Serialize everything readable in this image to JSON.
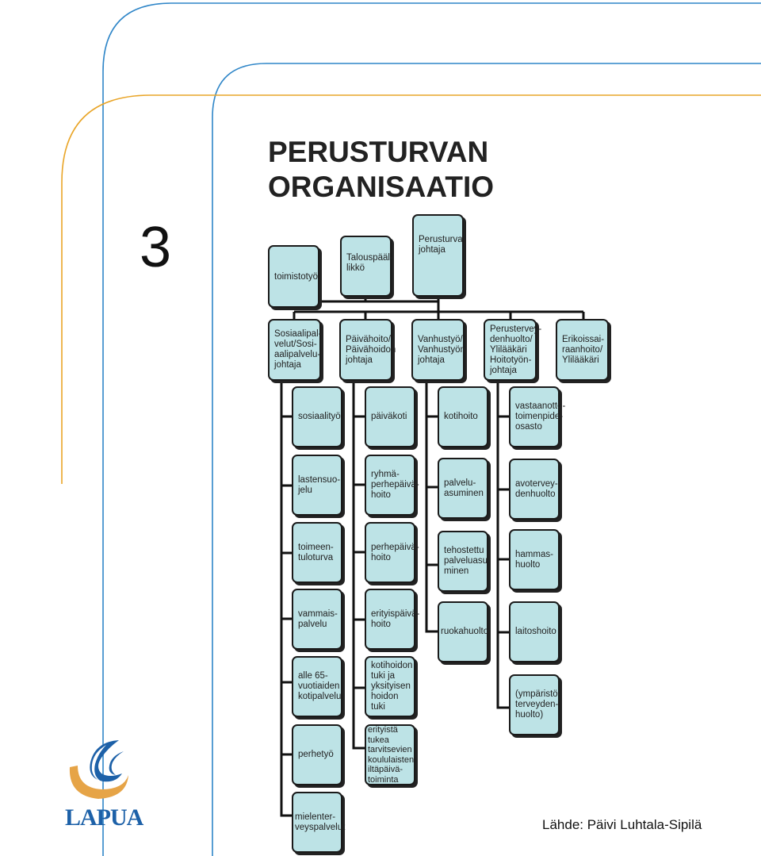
{
  "page_number": "3",
  "title": [
    "PERUSTURVAN",
    "ORGANISAATIO"
  ],
  "top_boxes": {
    "toimistotyo": "toimistotyö",
    "talouspaallikko": "Talouspääl-\nlikkö",
    "perusturvajohtaja": "Perusturva-\njohtaja"
  },
  "departments": [
    "Sosiaalipal-\nvelut/Sosi-\naalipalvelu-\njohtaja",
    "Päivähoito/\nPäivähoidon\njohtaja",
    "Vanhustyö/\nVanhustyön\njohtaja",
    "Perustervey-\ndenhuolto/\nYlilääkäri\nHoitotyön-\njohtaja",
    "Erikoissai-\nraanhoito/\nYlilääkäri"
  ],
  "columns": {
    "sosiaali": [
      "sosiaalityö",
      "lastensuo-\njelu",
      "toimeen-\ntuloturva",
      "vammais-\npalvelu",
      "alle 65-\nvuotiaiden\nkotipalvelu",
      "perhetyö",
      "mielenter-\nveyspalvelut"
    ],
    "paivahoito": [
      "päiväkoti",
      "ryhmä-\nperhepäivä-\nhoito",
      "perhepäivä-\nhoito",
      "erityispäivä-\nhoito",
      "kotihoidon\ntuki ja\nyksityisen\nhoidon tuki",
      "erityistä tukea\ntarvitsevien\nkoululaisten\niltäpäivä-\ntoiminta"
    ],
    "vanhustyo": [
      "kotihoito",
      "palvelu-\nasuminen",
      "tehostettu\npalveluasu-\nminen",
      "ruokahuolto"
    ],
    "terveys": [
      "vastaanotto-\ntoimenpide-\nosasto",
      "avotervey-\ndenhuolto",
      "hammas-\nhuolto",
      "laitoshoito",
      "(ympäristö-\nterveyden-\nhuolto)"
    ]
  },
  "logo": {
    "text": "LAPUA"
  },
  "source": "Lähde:  Päivi Luhtala-Sipilä",
  "colors": {
    "box_fill": "#bde3e6",
    "blue_line": "#2f86c8",
    "orange_line": "#e9a528",
    "logo_blue": "#1d61a8",
    "logo_orange": "#e6a447"
  }
}
